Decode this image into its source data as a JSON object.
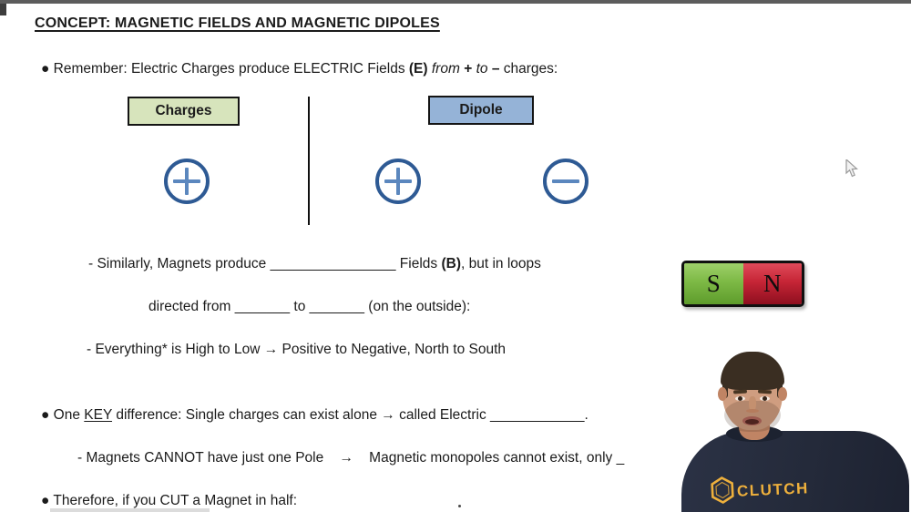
{
  "header": {
    "title": "CONCEPT: MAGNETIC FIELDS AND MAGNETIC DIPOLES"
  },
  "content": {
    "remember": {
      "a": "● Remember: Electric Charges produce ELECTRIC Fields ",
      "b": "(E)",
      "c": " ",
      "d": "from",
      "e": " ",
      "f": "+",
      "g": " ",
      "h": "to",
      "i": " ",
      "j": "–",
      "k": " charges:"
    },
    "charges_label": "Charges",
    "dipole_label": "Dipole",
    "similarly": {
      "a": "- Similarly, Magnets produce ",
      "blank": "________________",
      "b": " Fields ",
      "c": "(B)",
      "d": ", but in loops"
    },
    "directed": {
      "a": "directed from ",
      "blank1": "_______",
      "b": " to ",
      "blank2": "_______",
      "c": " (on the outside):"
    },
    "everything": "- Everything* is High to Low → Positive to Negative, North to South",
    "key_diff": {
      "a": "● One ",
      "b": "KEY",
      "c": " difference: Single charges can exist alone → called Electric ",
      "blank": "____________",
      "d": "."
    },
    "monopole": {
      "a": "- Magnets CANNOT have just one Pole    →    Magnetic monopoles cannot exist, only ",
      "blank": "_"
    },
    "therefore": "● Therefore, if you CUT a Magnet in half:"
  },
  "magnet": {
    "south": "S",
    "north": "N"
  },
  "person": {
    "shirt_brand": "CLUTCH"
  },
  "icons": {
    "plus_circle": "⊕",
    "minus_circle": "⊖",
    "cursor": "arrow-pointer",
    "hexagon_logo": "⬡"
  },
  "colors": {
    "charges_box": "#d7e4bc",
    "dipole_box": "#95b3d7",
    "circle_ring": "#2e5a94",
    "circle_symbol": "#5b87be",
    "magnet_green": "#7db945",
    "magnet_red": "#c62536",
    "shirt_navy": "#252b3b",
    "brand_gold": "#eeb03c",
    "top_bar": "#5c5c5c"
  }
}
